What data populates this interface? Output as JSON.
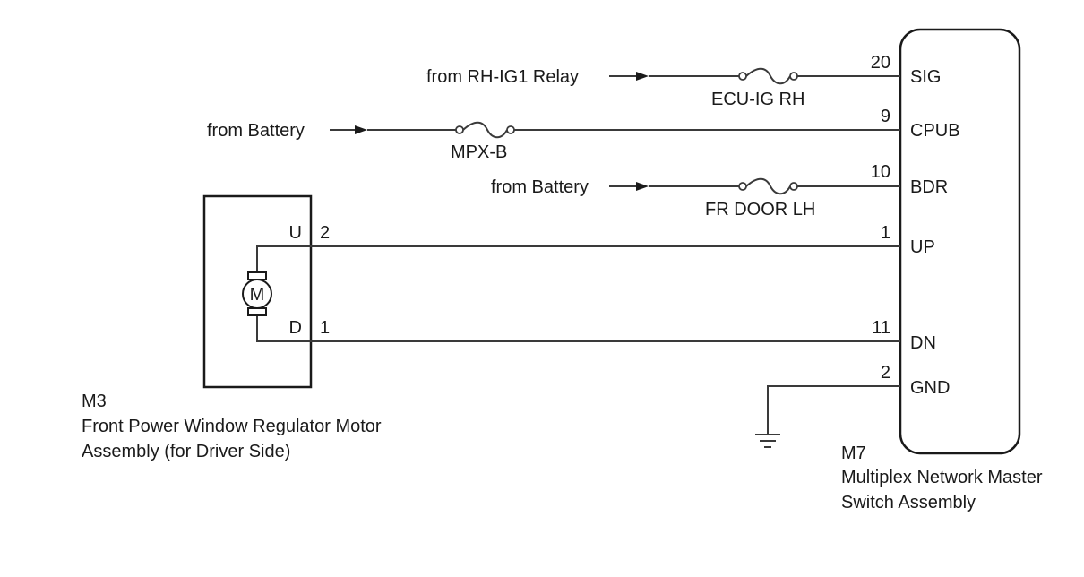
{
  "diagram": {
    "type": "wiring-diagram",
    "components": {
      "master_switch": {
        "id": "M7",
        "name_line1": "Multiplex Network Master",
        "name_line2": "Switch Assembly",
        "terminals": [
          {
            "pin": "20",
            "label": "SIG"
          },
          {
            "pin": "9",
            "label": "CPUB"
          },
          {
            "pin": "10",
            "label": "BDR"
          },
          {
            "pin": "1",
            "label": "UP"
          },
          {
            "pin": "11",
            "label": "DN"
          },
          {
            "pin": "2",
            "label": "GND"
          }
        ]
      },
      "motor_assembly": {
        "id": "M3",
        "name_line1": "Front Power Window Regulator Motor",
        "name_line2": "Assembly (for Driver Side)",
        "motor_symbol": "M",
        "terminals": [
          {
            "pin": "2",
            "label": "U"
          },
          {
            "pin": "1",
            "label": "D"
          }
        ]
      }
    },
    "sources": [
      {
        "label": "from RH-IG1 Relay",
        "fuse": "ECU-IG RH",
        "to_terminal": "SIG"
      },
      {
        "label": "from Battery",
        "fuse": "MPX-B",
        "to_terminal": "CPUB"
      },
      {
        "label": "from Battery",
        "fuse": "FR DOOR LH",
        "to_terminal": "BDR"
      }
    ],
    "ground_symbol": "ground-icon"
  }
}
